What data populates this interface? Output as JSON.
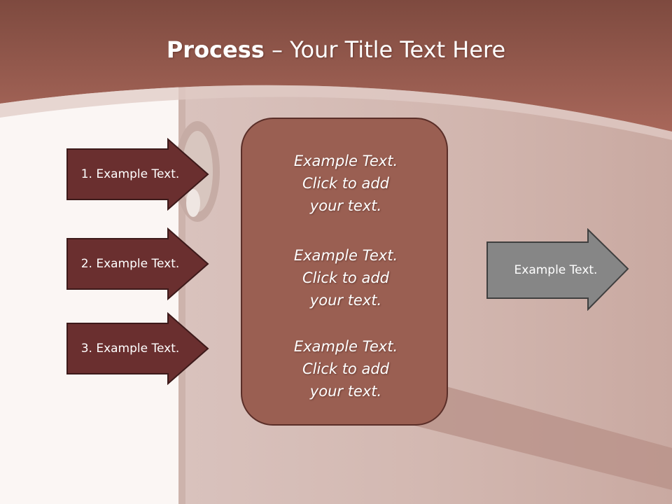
{
  "slide": {
    "title_bold": "Process",
    "title_rest": " – Your Title Text Here",
    "steps": [
      {
        "label": "1. Example Text."
      },
      {
        "label": "2. Example Text."
      },
      {
        "label": "3. Example Text."
      }
    ],
    "center_box": {
      "paragraphs": [
        "Example Text.\nClick  to add\nyour text.",
        "Example Text.\nClick  to add\nyour text.",
        "Example Text.\nClick  to add\nyour text."
      ]
    },
    "output": {
      "label": "Example Text."
    },
    "colors": {
      "header_brown": "#9b5f52",
      "step_arrow_fill": "#6a2f2f",
      "center_box_fill": "#9a5f52",
      "output_arrow_fill": "#868686"
    }
  }
}
